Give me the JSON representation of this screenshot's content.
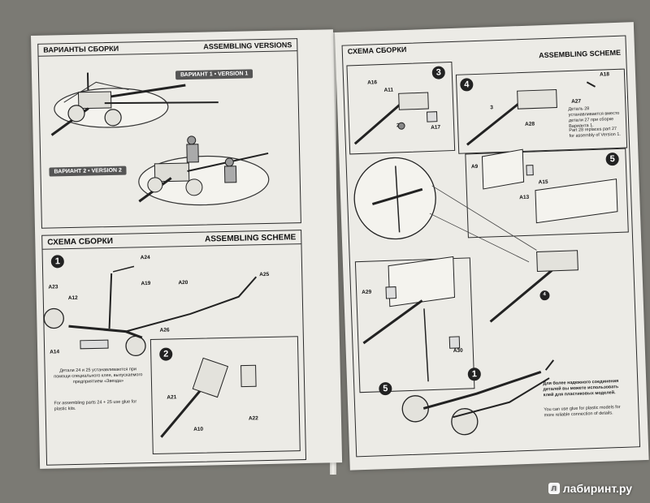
{
  "left": {
    "versions": {
      "title_ru": "ВАРИАНТЫ СБОРКИ",
      "title_en": "ASSEMBLING VERSIONS",
      "version1": "ВАРИАНТ 1 • VERSION 1",
      "version2": "ВАРИАНТ 2 • VERSION 2"
    },
    "scheme": {
      "title_ru": "СХЕМА СБОРКИ",
      "title_en": "ASSEMBLING SCHEME",
      "step1": "1",
      "step2": "2",
      "parts1": [
        "A24",
        "A23",
        "A19",
        "A20",
        "A25",
        "A12",
        "A26",
        "A14"
      ],
      "parts2": [
        "A21",
        "A22",
        "A10"
      ],
      "note_ru": "Детали 24 и 25 устанавливаются при помощи специального клея, выпускаемого предприятием «Звезда»",
      "note_en": "For assembling parts 24 + 25 use glue for plastic kits."
    }
  },
  "right": {
    "scheme": {
      "title_ru": "СХЕМА СБОРКИ",
      "title_en": "ASSEMBLING SCHEME",
      "step3": "3",
      "step4": "4",
      "step5": "5",
      "parts3": [
        "A16",
        "A11",
        "A17",
        "2"
      ],
      "parts4": [
        "A18",
        "A27",
        "A28",
        "3"
      ],
      "parts5": [
        "A9",
        "A15",
        "A13",
        "4"
      ],
      "parts6": [
        "A29",
        "A30",
        "5",
        "1"
      ],
      "note4_ru": "Деталь 28 устанавливается вместо детали 27 при сборке Варианта 1.",
      "note4_en": "Part 28 replaces part 27 for assembly of Version 1.",
      "note_glue_ru": "Для более надежного соединения деталей вы можете использовать клей для пластиковых моделей.",
      "note_glue_en": "You can use glue for plastic models for more reliable connection of details."
    }
  },
  "watermark": "лабиринт.ру"
}
